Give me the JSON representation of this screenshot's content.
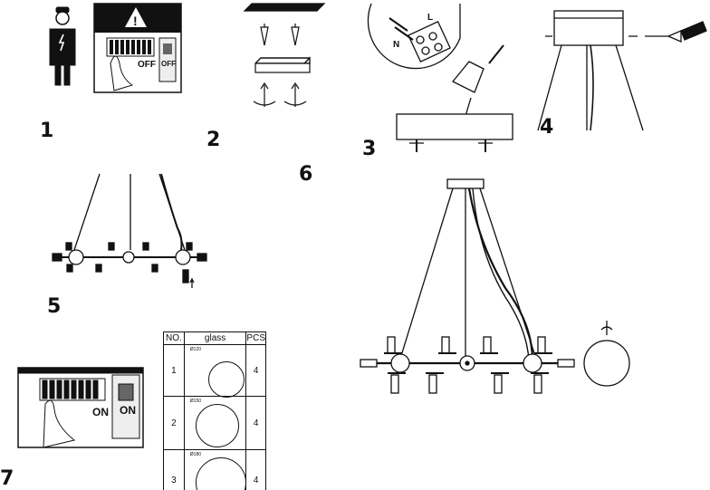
{
  "steps": {
    "s1": "1",
    "s2": "2",
    "s3": "3",
    "s4": "4",
    "s5": "5",
    "s6": "6",
    "s7": "7"
  },
  "switch_panel_top": {
    "off_left": "OFF",
    "off_right": "OFF"
  },
  "switch_panel_bottom": {
    "on_left": "ON",
    "on_right": "ON"
  },
  "wiring": {
    "l": "L",
    "n": "N"
  },
  "glass_table": {
    "headers": {
      "no": "NO.",
      "glass": "glass",
      "pcs": "PCS"
    },
    "rows": [
      {
        "no": "1",
        "pcs": "4",
        "size": "Ø120"
      },
      {
        "no": "2",
        "pcs": "4",
        "size": "Ø150"
      },
      {
        "no": "3",
        "pcs": "4",
        "size": "Ø180"
      }
    ]
  }
}
